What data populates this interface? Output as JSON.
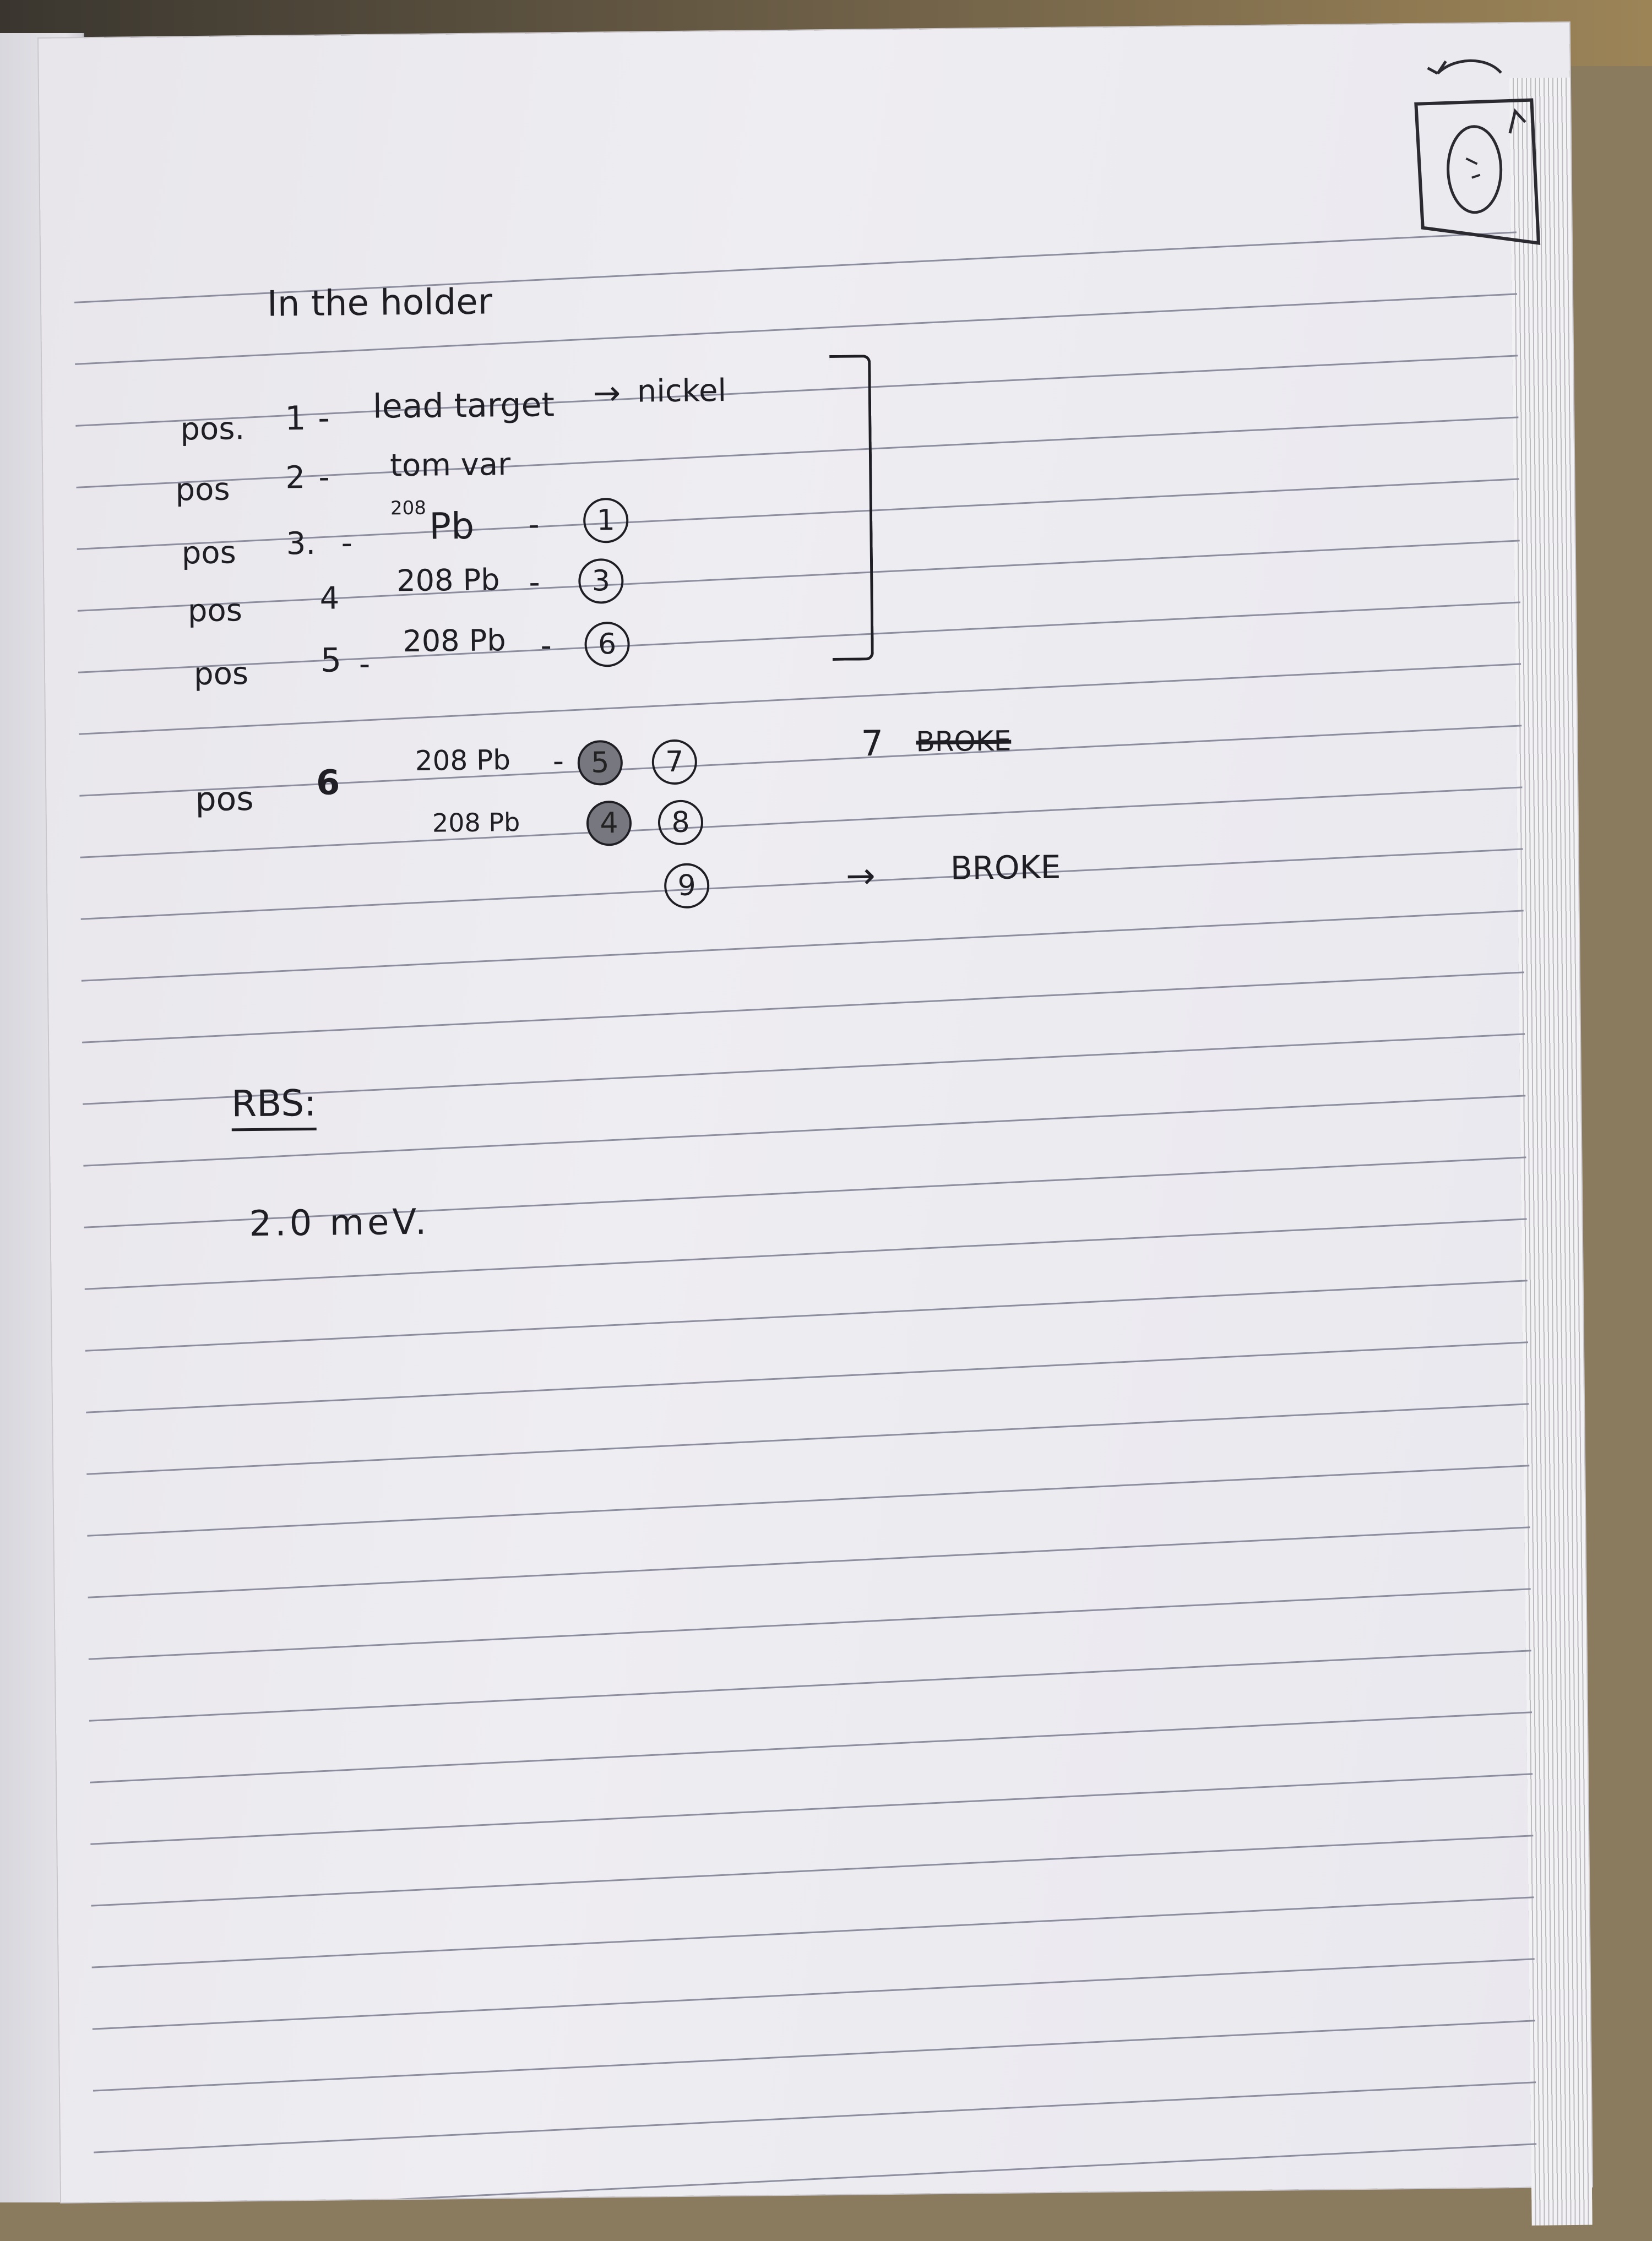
{
  "title": "In the holder",
  "rows": [
    {
      "pos": "pos.",
      "num": "1",
      "dash": "-",
      "item": "lead target",
      "arrow": "→",
      "note": "nickel"
    },
    {
      "pos": "pos",
      "num": "2",
      "dash": "-",
      "item": "tom var"
    },
    {
      "pos": "pos",
      "num": "3.",
      "dash": "-",
      "sup": "208",
      "item": "Pb",
      "dash2": "-",
      "circle": "1"
    },
    {
      "pos": "pos",
      "num": "4",
      "item": "208 Pb",
      "dash2": "-",
      "circle": "3"
    },
    {
      "pos": "pos",
      "num": "5",
      "dash": "-",
      "item": "208 Pb",
      "dash2": "-",
      "circle": "6"
    }
  ],
  "second_group": {
    "pos": "pos",
    "num": "6",
    "row1": {
      "item": "208 Pb",
      "dash": "-",
      "circle_a": "5",
      "circle_b": "7"
    },
    "row2": {
      "item": "208 Pb",
      "circle_a": "4",
      "circle_b": "8"
    },
    "row3": {
      "circle_b": "9",
      "arrow": "→",
      "note": "BROKE"
    },
    "side_note": {
      "num": "7",
      "struck": "BROKE"
    }
  },
  "rbs": {
    "label": "RBS:",
    "value": "2.0 meV."
  }
}
